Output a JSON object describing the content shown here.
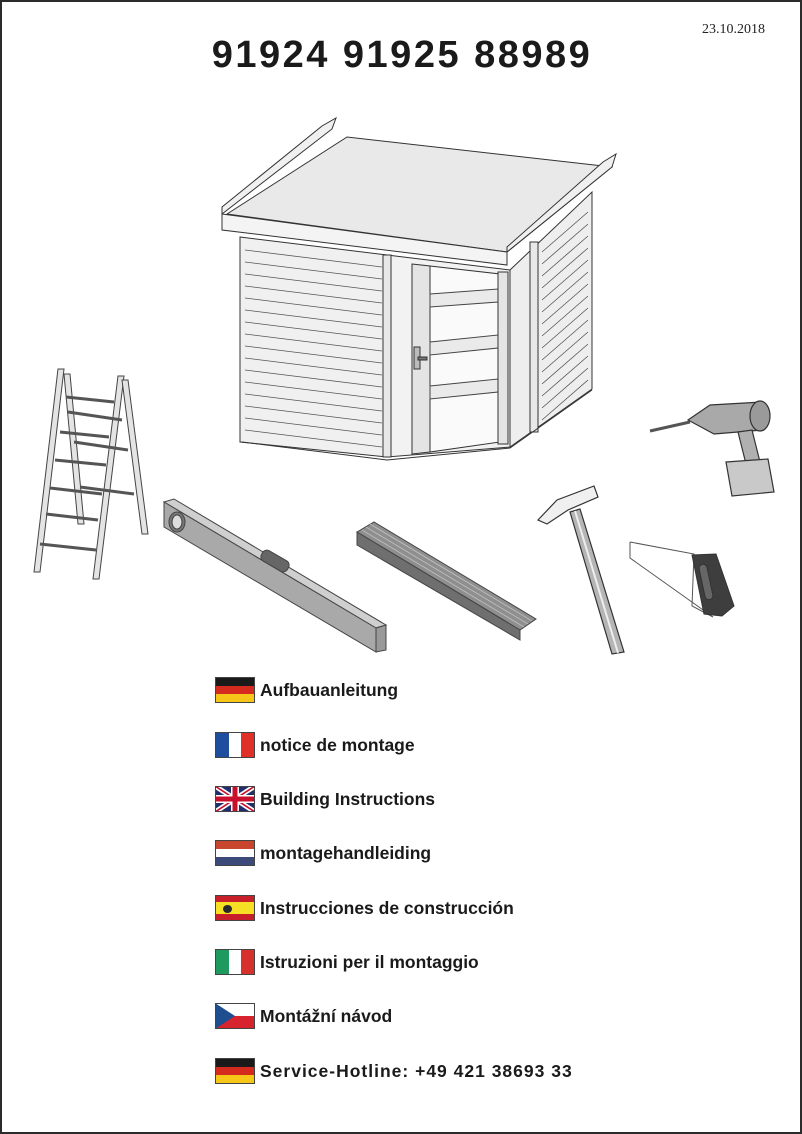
{
  "header": {
    "date": "23.10.2018",
    "product_numbers": "91924 91925 88989"
  },
  "illustration": {
    "subject": "corner garden shed with flat roof",
    "tools": [
      "ladder-icon",
      "spirit-level-icon",
      "folding-rule-icon",
      "hammer-icon",
      "saw-icon",
      "cordless-drill-icon"
    ]
  },
  "languages": [
    {
      "flag": "de",
      "label": "Aufbauanleitung"
    },
    {
      "flag": "fr",
      "label": "notice de montage"
    },
    {
      "flag": "gb",
      "label": "Building Instructions"
    },
    {
      "flag": "nl",
      "label": "montagehandleiding"
    },
    {
      "flag": "es",
      "label": "Instrucciones de construcción"
    },
    {
      "flag": "it",
      "label": "Istruzioni per il montaggio"
    },
    {
      "flag": "cz",
      "label": "Montážní návod"
    }
  ],
  "hotline": {
    "flag": "de",
    "label": "Service-Hotline: +49 421 38693 33"
  },
  "colors": {
    "border": "#2b2b2b",
    "text": "#1a1a1a",
    "line_art_fill": "#e6e6e6",
    "line_art_stroke": "#333333",
    "tool_gray": "#a8a8a8"
  }
}
